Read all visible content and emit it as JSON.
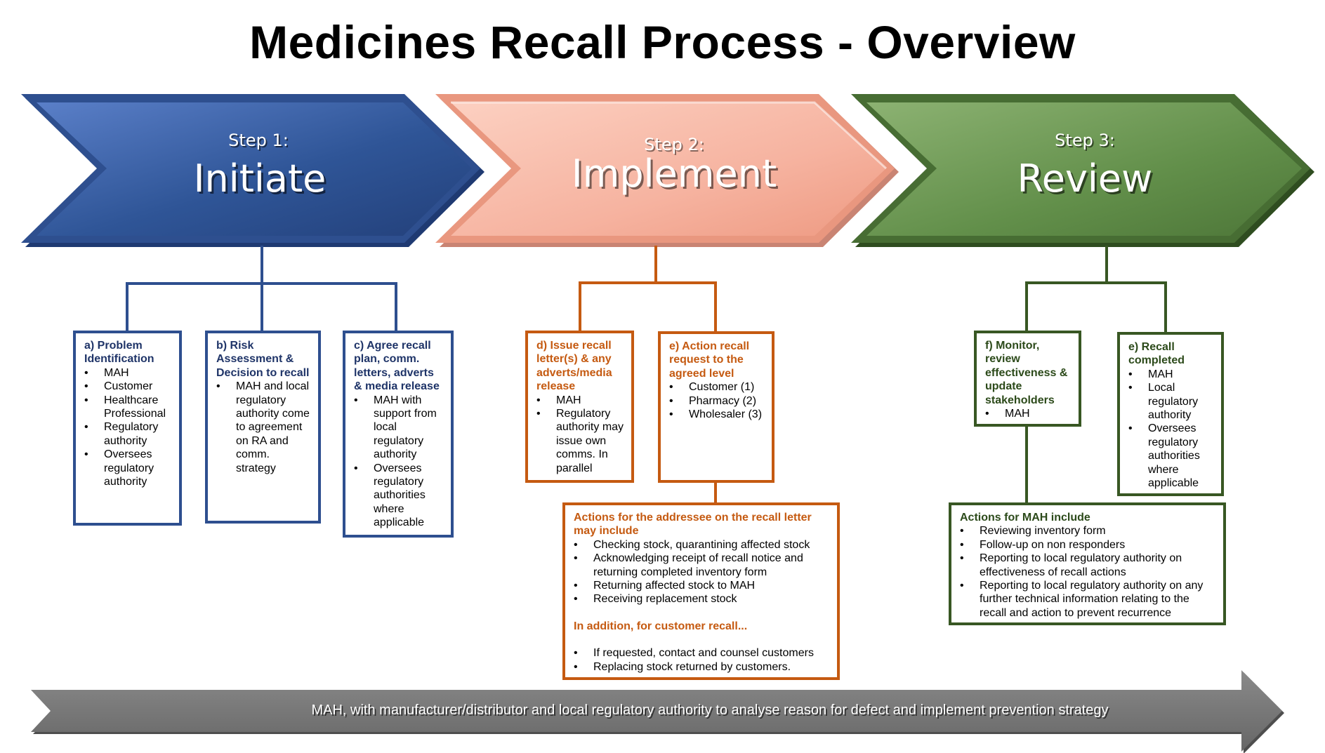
{
  "title": "Medicines Recall Process - Overview",
  "colors": {
    "step1": "#2F5597",
    "step2": "#F4A892",
    "step3": "#5E8A46",
    "bottom_arrow": "#727272"
  },
  "steps": [
    {
      "step_label": "Step 1:",
      "name": "Initiate"
    },
    {
      "step_label": "Step 2:",
      "name": "Implement"
    },
    {
      "step_label": "Step 3:",
      "name": "Review"
    }
  ],
  "boxes": {
    "a": {
      "heading": "a) Problem Identification",
      "items": [
        "MAH",
        "Customer",
        "Healthcare Professional",
        "Regulatory authority",
        "Oversees regulatory authority"
      ]
    },
    "b": {
      "heading": "b) Risk Assessment & Decision to recall",
      "items": [
        "MAH and local regulatory authority come to agreement on RA and comm. strategy"
      ]
    },
    "c": {
      "heading": "c) Agree recall plan, comm. letters, adverts & media release",
      "items": [
        "MAH with support from local regulatory authority",
        "Oversees regulatory authorities where applicable"
      ]
    },
    "d": {
      "heading": "d) Issue recall letter(s) & any adverts/media release",
      "items": [
        "MAH",
        "Regulatory authority may issue own comms. In parallel"
      ]
    },
    "e_action": {
      "heading": "e) Action recall request to the agreed level",
      "items": [
        "Customer (1)",
        "Pharmacy (2)",
        "Wholesaler (3)"
      ]
    },
    "addressee": {
      "heading": "Actions for the addressee on the recall letter may include",
      "items": [
        "Checking stock, quarantining affected stock",
        "Acknowledging receipt of recall notice and returning completed inventory form",
        "Returning affected stock to MAH",
        "Receiving replacement stock"
      ],
      "subheading": "In addition, for customer recall...",
      "items2": [
        "If requested, contact and counsel customers",
        "Replacing stock returned by customers."
      ]
    },
    "f": {
      "heading": "f) Monitor, review effectiveness & update stakeholders",
      "items": [
        "MAH"
      ]
    },
    "e_completed": {
      "heading": "e) Recall completed",
      "items": [
        "MAH",
        "Local regulatory authority",
        "Oversees regulatory authorities where applicable"
      ]
    },
    "mah": {
      "heading": "Actions for MAH include",
      "items": [
        "Reviewing inventory form",
        "Follow-up on non responders",
        "Reporting to local regulatory authority on effectiveness of recall actions",
        "Reporting to local regulatory authority on any further technical information relating to the recall and action to prevent recurrence"
      ]
    }
  },
  "bottom_banner": "MAH, with manufacturer/distributor and local regulatory authority to analyse reason for defect and implement prevention strategy"
}
